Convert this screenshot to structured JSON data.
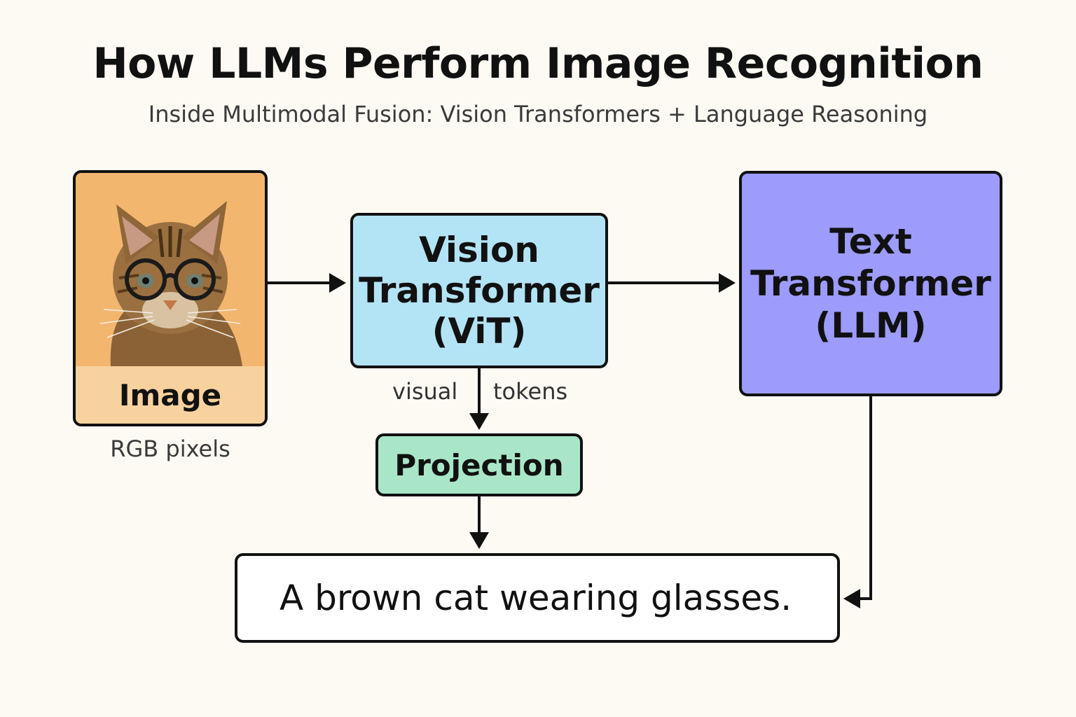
{
  "title": "How LLMs Perform Image Recognition",
  "subtitle": "Inside Multimodal Fusion: Vision Transformers + Language Reasoning",
  "nodes": {
    "image": {
      "label": "Image",
      "caption": "RGB pixels",
      "picture": "brown tabby cat wearing round glasses",
      "colors": {
        "fill": "#f3b66e",
        "label_fill": "#f7d29e"
      }
    },
    "vit": {
      "lines": [
        "Vision",
        "Transformer",
        "(ViT)"
      ],
      "color": "#b3e4f6"
    },
    "llm": {
      "lines": [
        "Text",
        "Transformer",
        "(LLM)"
      ],
      "color": "#9d9bfc"
    },
    "projection": {
      "label": "Projection",
      "color": "#a9e6c8"
    },
    "output": {
      "text": "A brown cat wearing glasses.",
      "color": "#ffffff"
    }
  },
  "edges": [
    {
      "from": "image",
      "to": "vit"
    },
    {
      "from": "vit",
      "to": "llm"
    },
    {
      "from": "vit",
      "to": "projection",
      "label_left": "visual",
      "label_right": "tokens"
    },
    {
      "from": "projection",
      "to": "output"
    },
    {
      "from": "llm",
      "to": "output"
    }
  ],
  "colors": {
    "background": "#fdfaf4",
    "stroke": "#111111"
  }
}
